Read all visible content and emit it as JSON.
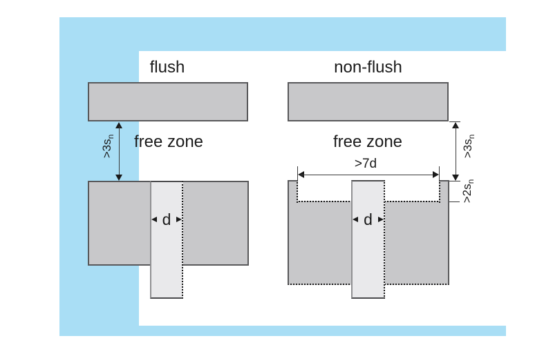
{
  "colors": {
    "frame-blue": "#a9def5",
    "block-fill": "#c8c8ca",
    "block-border": "#58585a",
    "sensor-fill": "#e9e9eb",
    "sensor-edge": "#909092",
    "line": "#3a3a3a",
    "ink": "#1a1a1a",
    "text": "#1a1a1a"
  },
  "flush": {
    "title": "flush",
    "free_zone_label": "free zone",
    "clearance_label": {
      "base": ">3s",
      "sub": "n"
    },
    "diameter_label": "d"
  },
  "non_flush": {
    "title": "non-flush",
    "free_zone_label": "free zone",
    "clearance_label": {
      "base": ">3s",
      "sub": "n"
    },
    "recess_depth_label": {
      "base": ">2s",
      "sub": "n"
    },
    "recess_width_label": ">7d",
    "diameter_label": "d"
  }
}
